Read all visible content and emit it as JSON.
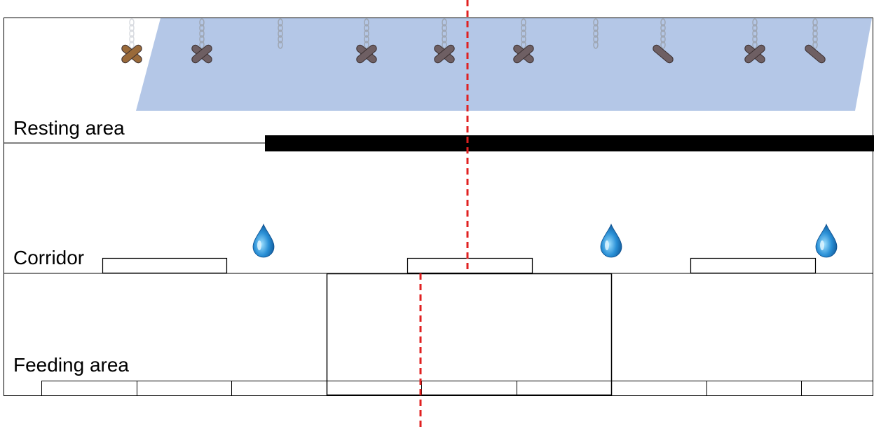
{
  "labels": {
    "resting_area": "Resting area",
    "corridor": "Corridor",
    "feeding_area": "Feeding area"
  },
  "toys": [
    {
      "icon": "hanging-crossed-sticks-icon",
      "color": "#9a6a3a",
      "crossed": true,
      "chain": "light"
    },
    {
      "icon": "hanging-crossed-sticks-icon",
      "color": "#6e5f63",
      "crossed": true,
      "chain": "dark"
    },
    {
      "icon": "empty-chain-icon",
      "chain": "dark"
    },
    {
      "icon": "hanging-crossed-sticks-icon",
      "color": "#6e5f63",
      "crossed": true,
      "chain": "dark"
    },
    {
      "icon": "hanging-crossed-sticks-icon",
      "color": "#6e5f63",
      "crossed": true,
      "chain": "dark"
    },
    {
      "icon": "hanging-crossed-sticks-icon",
      "color": "#6e5f63",
      "crossed": true,
      "chain": "dark"
    },
    {
      "icon": "empty-chain-icon",
      "chain": "dark"
    },
    {
      "icon": "hanging-single-stick-icon",
      "color": "#6e5f63",
      "crossed": false,
      "chain": "dark"
    },
    {
      "icon": "hanging-crossed-sticks-icon",
      "color": "#6e5f63",
      "crossed": true,
      "chain": "dark"
    },
    {
      "icon": "hanging-single-stick-icon",
      "color": "#6e5f63",
      "crossed": false,
      "chain": "dark"
    }
  ],
  "drinkers": [
    {
      "icon": "water-drop-icon"
    },
    {
      "icon": "water-drop-icon"
    },
    {
      "icon": "water-drop-icon"
    }
  ],
  "colors": {
    "resting_fill": "#b4c7e7",
    "divider_line": "#000000",
    "drop_blue": "#1e7fc4",
    "reference_line": "#e02020"
  }
}
